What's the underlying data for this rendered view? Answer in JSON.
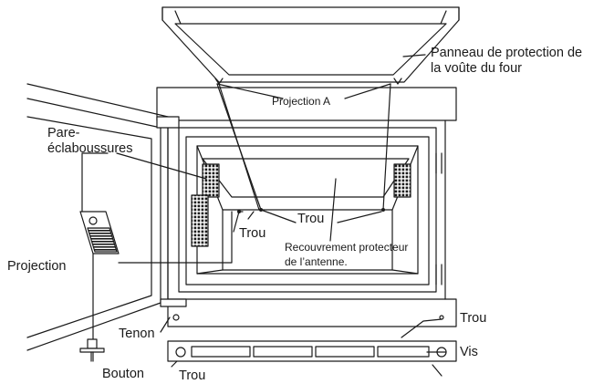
{
  "labels": {
    "panel": "Panneau de protection de la voûte du four",
    "projection_a": "Projection A",
    "splash": "Pare-éclaboussures",
    "hole": "Trou",
    "antenna_cover": "Recouvrement protecteur de l’antenne.",
    "projection": "Projection",
    "tenon": "Tenon",
    "knob": "Bouton",
    "screw": "Vis"
  },
  "colors": {
    "line": "#1a1a1a",
    "background": "#ffffff"
  }
}
